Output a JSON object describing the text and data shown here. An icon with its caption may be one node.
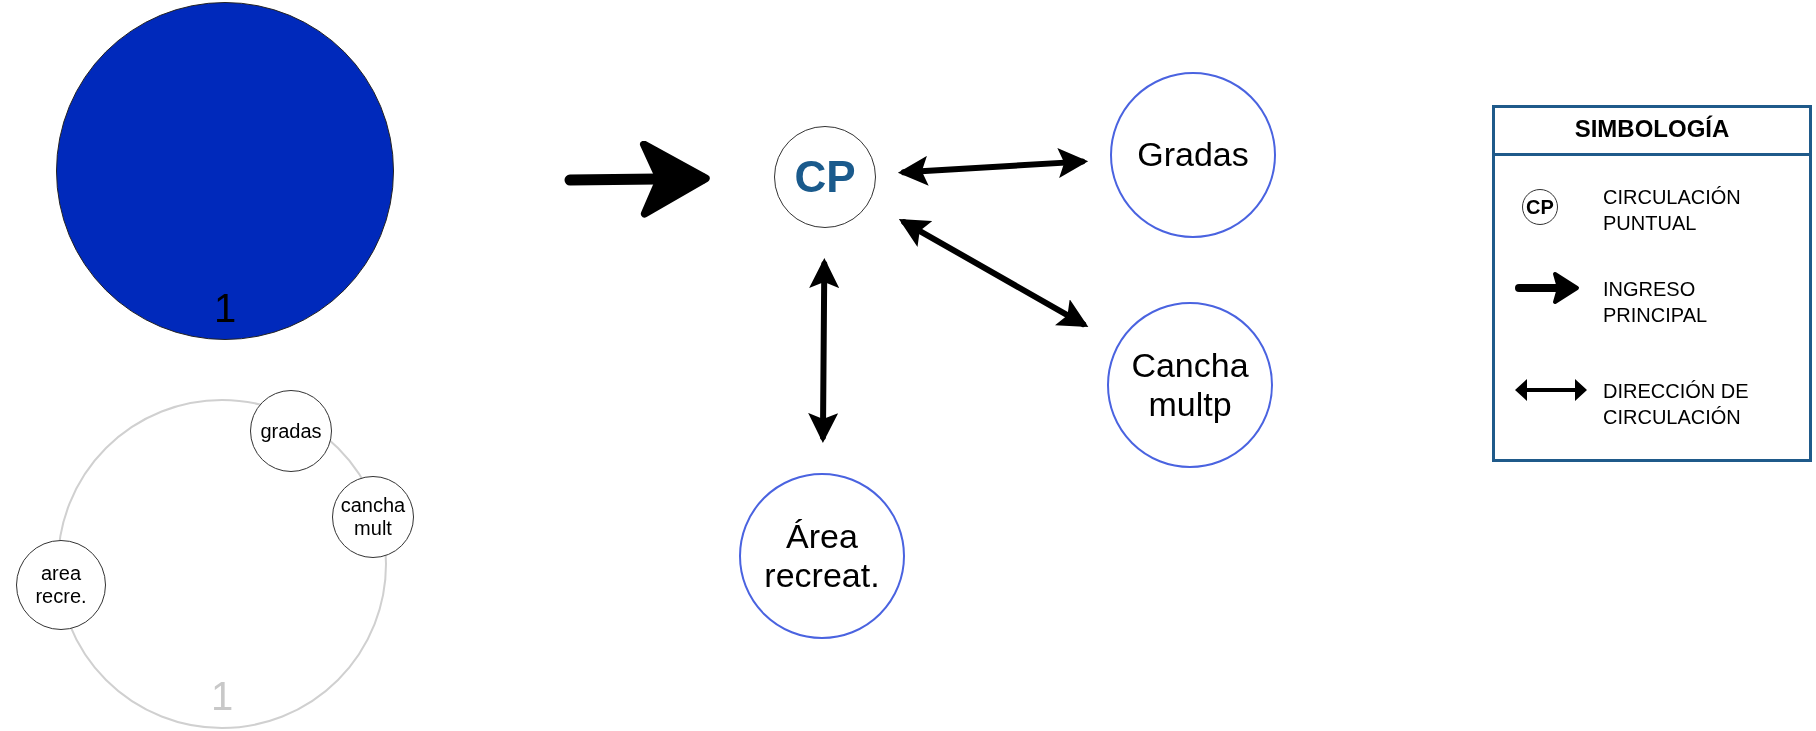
{
  "diagram": {
    "nodes": [
      {
        "text": [
          "1"
        ]
      },
      {
        "text": [
          "1"
        ]
      },
      {
        "text": [
          "gradas"
        ]
      },
      {
        "text": [
          "cancha mult"
        ]
      },
      {
        "text": [
          "area recre."
        ]
      },
      {
        "text": [
          "CP"
        ]
      },
      {
        "text": [
          "Gradas"
        ]
      },
      {
        "text": [
          "Cancha multp"
        ]
      },
      {
        "text": [
          "Área recreat."
        ]
      }
    ],
    "edges": [
      {
        "from": null,
        "to": 5,
        "arrow": "to",
        "style": "thick"
      },
      {
        "from": 5,
        "to": 6,
        "arrow": "both"
      },
      {
        "from": 5,
        "to": 7,
        "arrow": "both"
      },
      {
        "from": 5,
        "to": 8,
        "arrow": "both"
      }
    ],
    "labels": [
      "SIMBOLOGÍA",
      "CP"
    ],
    "legend": [
      {
        "text": "CIRCULACIÓN PUNTUAL"
      },
      {
        "text": "INGRESO PRINCIPAL"
      },
      {
        "text": "DIRECCIÓN DE CIRCULACIÓN"
      }
    ]
  }
}
